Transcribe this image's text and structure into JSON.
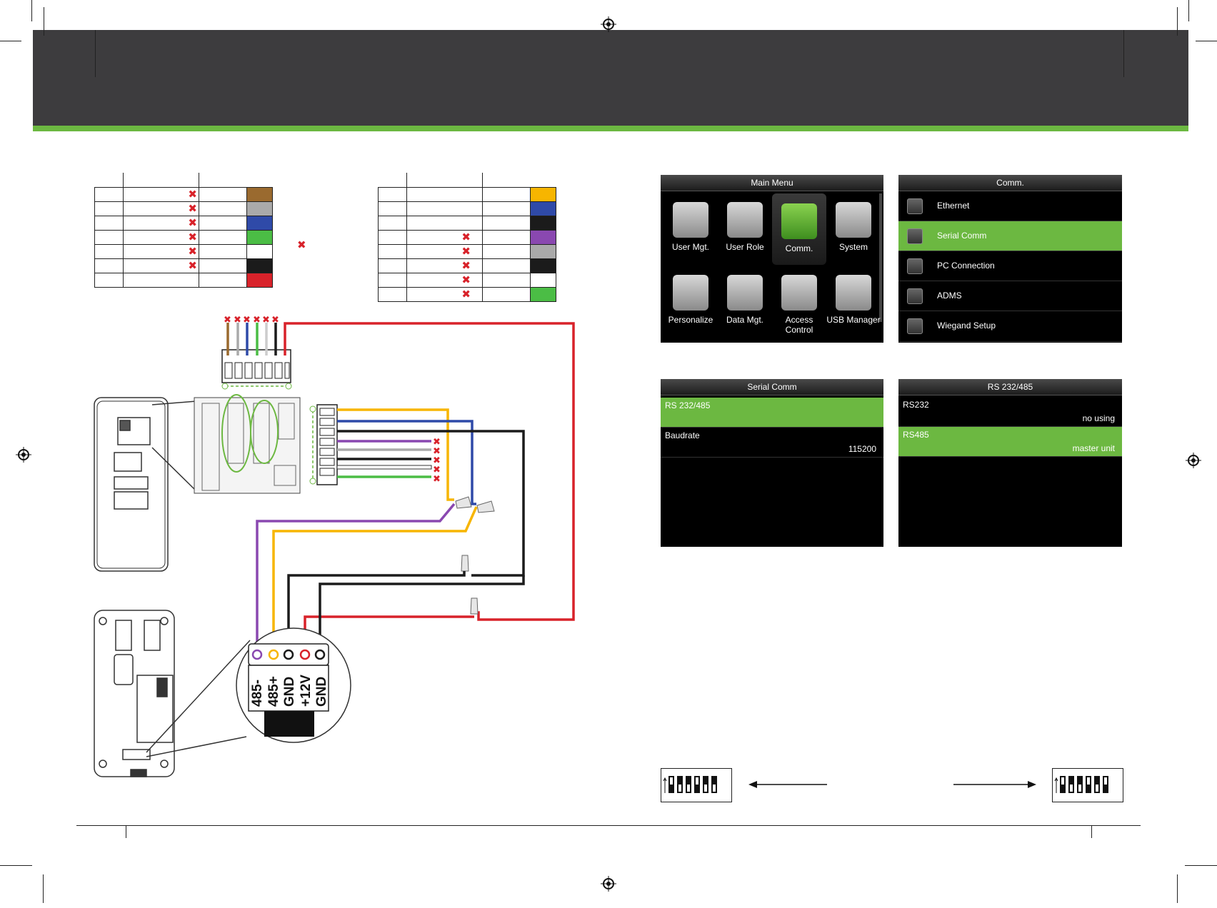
{
  "colors": {
    "header_band": "#3d3c3e",
    "accent_green": "#6cb841",
    "x_mark": "#d8222a"
  },
  "left_table": {
    "x_marks": [
      "✖",
      "✖",
      "✖",
      "✖",
      "✖",
      "✖",
      ""
    ],
    "swatches": [
      "#9a6a2f",
      "#aaaaaa",
      "#2f4aa8",
      "#4bbd45",
      "#ffffff",
      "#1b1b1b",
      "#d8222a"
    ]
  },
  "middle_x": "✖",
  "right_table": {
    "x_marks": [
      "",
      "",
      "",
      "✖",
      "✖",
      "✖",
      "✖",
      "✖"
    ],
    "swatches": [
      "#f7b500",
      "#2f4aa8",
      "#1b1b1b",
      "#8a48b0",
      "#aaaaaa",
      "#1b1b1b",
      "#ffffff",
      "#4bbd45"
    ]
  },
  "terminal_labels": [
    "485-",
    "485+",
    "GND",
    "+12V",
    "GND"
  ],
  "main_menu": {
    "title": "Main Menu",
    "items": [
      {
        "label": "User Mgt.",
        "icon": "user-icon"
      },
      {
        "label": "User Role",
        "icon": "user-lock-icon"
      },
      {
        "label": "Comm.",
        "icon": "antenna-icon"
      },
      {
        "label": "System",
        "icon": "gear-icon"
      },
      {
        "label": "Personalize",
        "icon": "picture-icon"
      },
      {
        "label": "Data Mgt.",
        "icon": "database-icon"
      },
      {
        "label": "Access Control",
        "icon": "door-icon"
      },
      {
        "label": "USB Manager",
        "icon": "usb-icon"
      }
    ]
  },
  "comm_menu": {
    "title": "Comm.",
    "items": [
      {
        "label": "Ethernet",
        "icon": "ethernet-icon"
      },
      {
        "label": "Serial Comm",
        "icon": "serial-icon"
      },
      {
        "label": "PC Connection",
        "icon": "pc-icon"
      },
      {
        "label": "ADMS",
        "icon": "adms-icon"
      },
      {
        "label": "Wiegand Setup",
        "icon": "wiegand-icon"
      }
    ]
  },
  "serial_comm": {
    "title": "Serial Comm",
    "rows": [
      {
        "label": "RS 232/485",
        "value": ""
      },
      {
        "label": "Baudrate",
        "value": "115200"
      }
    ]
  },
  "rs_screen": {
    "title": "RS 232/485",
    "rows": [
      {
        "label": "RS232",
        "value": "no using"
      },
      {
        "label": "RS485",
        "value": "master unit"
      }
    ]
  }
}
